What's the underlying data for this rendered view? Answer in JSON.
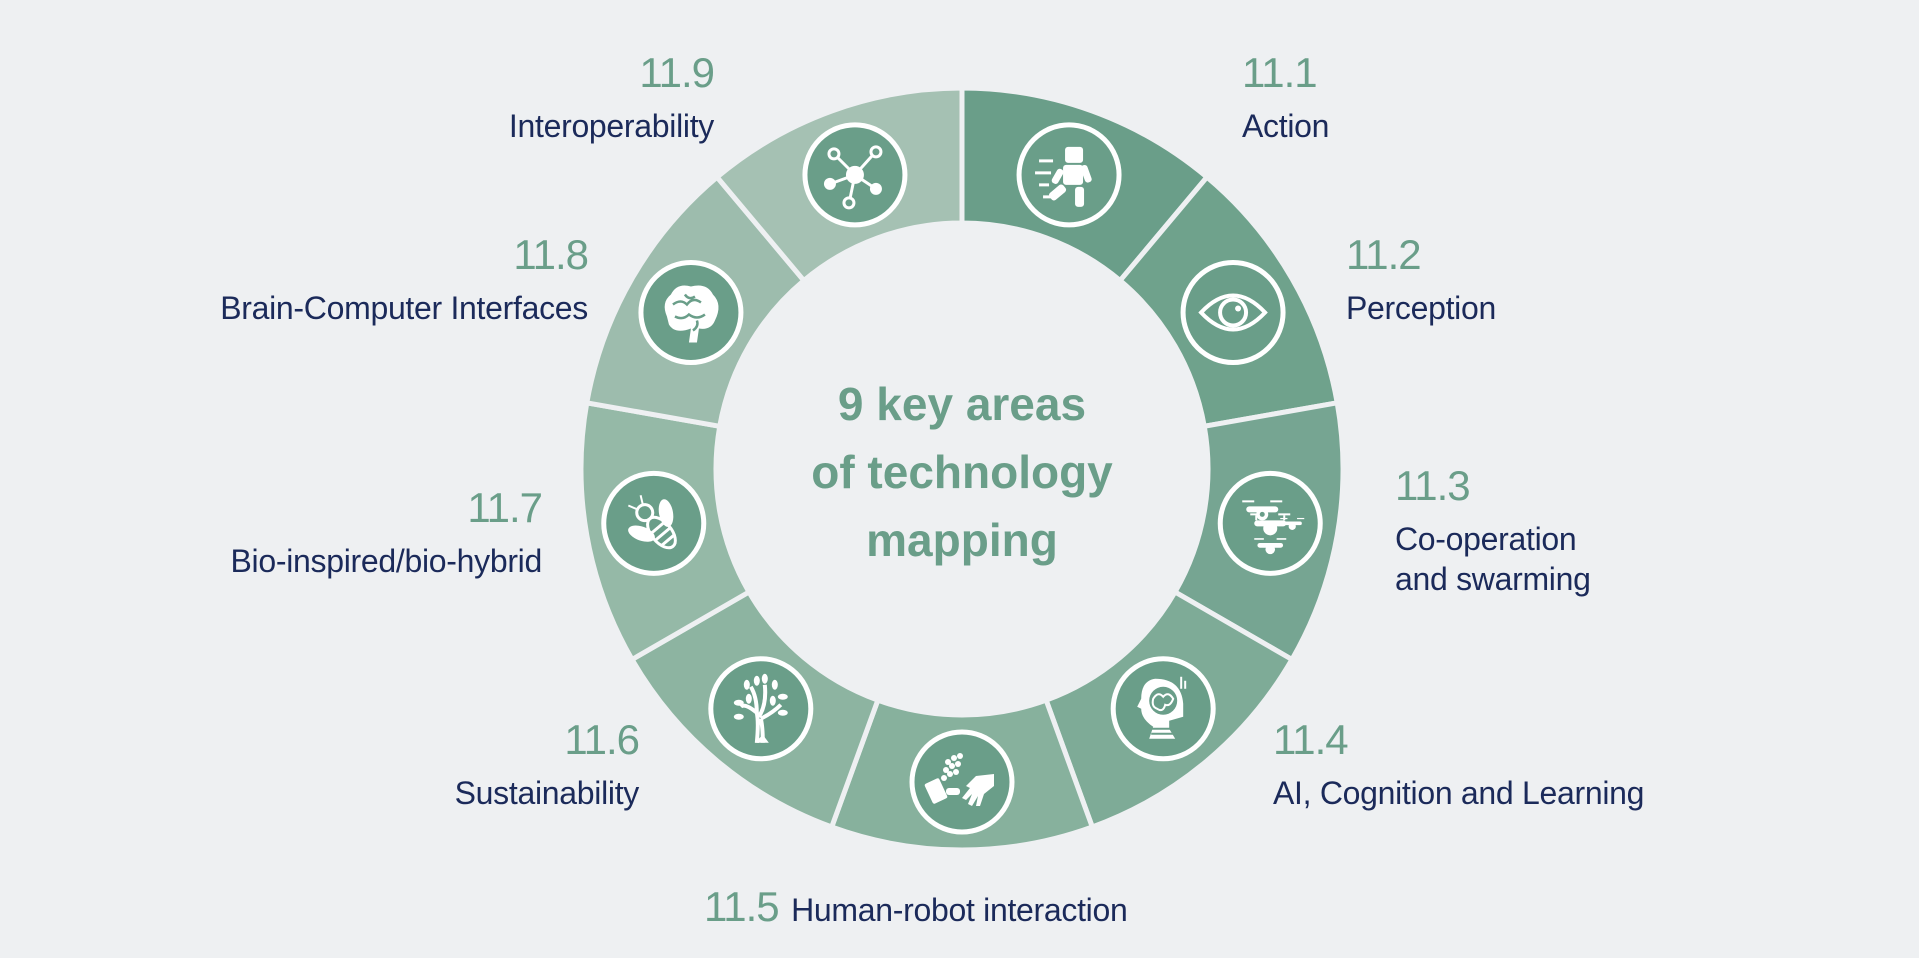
{
  "center_title": [
    "9 key areas",
    "of technology",
    "mapping"
  ],
  "colors": {
    "number": "#6a9e89",
    "label": "#1b2a5a",
    "background": "#eef0f2"
  },
  "areas": [
    {
      "number": "11.1",
      "label": [
        "Action"
      ],
      "icon": "running-robot-icon",
      "color": "#6a9e89"
    },
    {
      "number": "11.2",
      "label": [
        "Perception"
      ],
      "icon": "eye-icon",
      "color": "#6fa28c"
    },
    {
      "number": "11.3",
      "label": [
        "Co-operation",
        "and swarming"
      ],
      "icon": "drones-icon",
      "color": "#76a592"
    },
    {
      "number": "11.4",
      "label": [
        "AI, Cognition and Learning"
      ],
      "icon": "robot-head-brain-icon",
      "color": "#7eab97"
    },
    {
      "number": "11.5",
      "label": [
        "Human-robot interaction"
      ],
      "icon": "handshake-icon",
      "color": "#87b19d"
    },
    {
      "number": "11.6",
      "label": [
        "Sustainability"
      ],
      "icon": "tree-icon",
      "color": "#8db4a1"
    },
    {
      "number": "11.7",
      "label": [
        "Bio-inspired/bio-hybrid"
      ],
      "icon": "bee-icon",
      "color": "#95b9a7"
    },
    {
      "number": "11.8",
      "label": [
        "Brain-Computer Interfaces"
      ],
      "icon": "brain-icon",
      "color": "#9dbcad"
    },
    {
      "number": "11.9",
      "label": [
        "Interoperability"
      ],
      "icon": "network-icon",
      "color": "#a5c1b3"
    }
  ]
}
